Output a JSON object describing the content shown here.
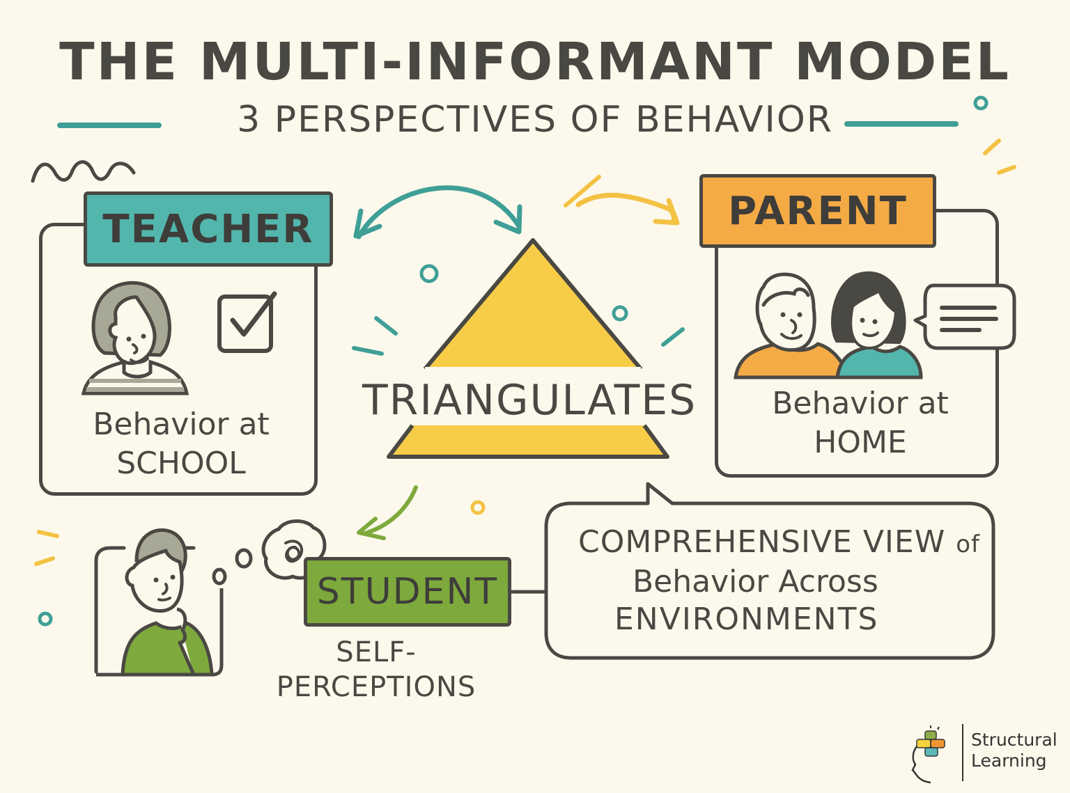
{
  "header": {
    "title": "THE MULTI-INFORMANT MODEL",
    "subtitle": "3 PERSPECTIVES OF BEHAVIOR"
  },
  "teacher": {
    "label": "TEACHER",
    "caption_line1": "Behavior at",
    "caption_line2": "SCHOOL",
    "color": "#52b6ad",
    "icons": [
      "teacher-avatar-icon",
      "checkbox-checked-icon"
    ]
  },
  "parent": {
    "label": "PARENT",
    "caption_line1": "Behavior at",
    "caption_line2": "HOME",
    "color": "#f5ab45",
    "icons": [
      "parents-avatar-icon",
      "speech-bubble-icon"
    ]
  },
  "center": {
    "label": "TRIANGULATES",
    "color": "#f7cd48"
  },
  "student": {
    "label": "STUDENT",
    "caption": "SELF-PERCEPTIONS",
    "color": "#7ea93c",
    "icons": [
      "thinking-student-icon",
      "thought-bubble-icon"
    ]
  },
  "summary": {
    "line1_main": "COMPREHENSIVE VIEW",
    "line1_suffix": "of",
    "line2": "Behavior Across",
    "line3": "ENVIRONMENTS"
  },
  "logo": {
    "line1": "Structural",
    "line2": "Learning"
  },
  "colors": {
    "background": "#fcf9ec",
    "ink": "#4a4843",
    "teal": "#3f9f97",
    "yellow": "#f3c243",
    "orange": "#f5ab45",
    "green": "#7ea93c"
  }
}
